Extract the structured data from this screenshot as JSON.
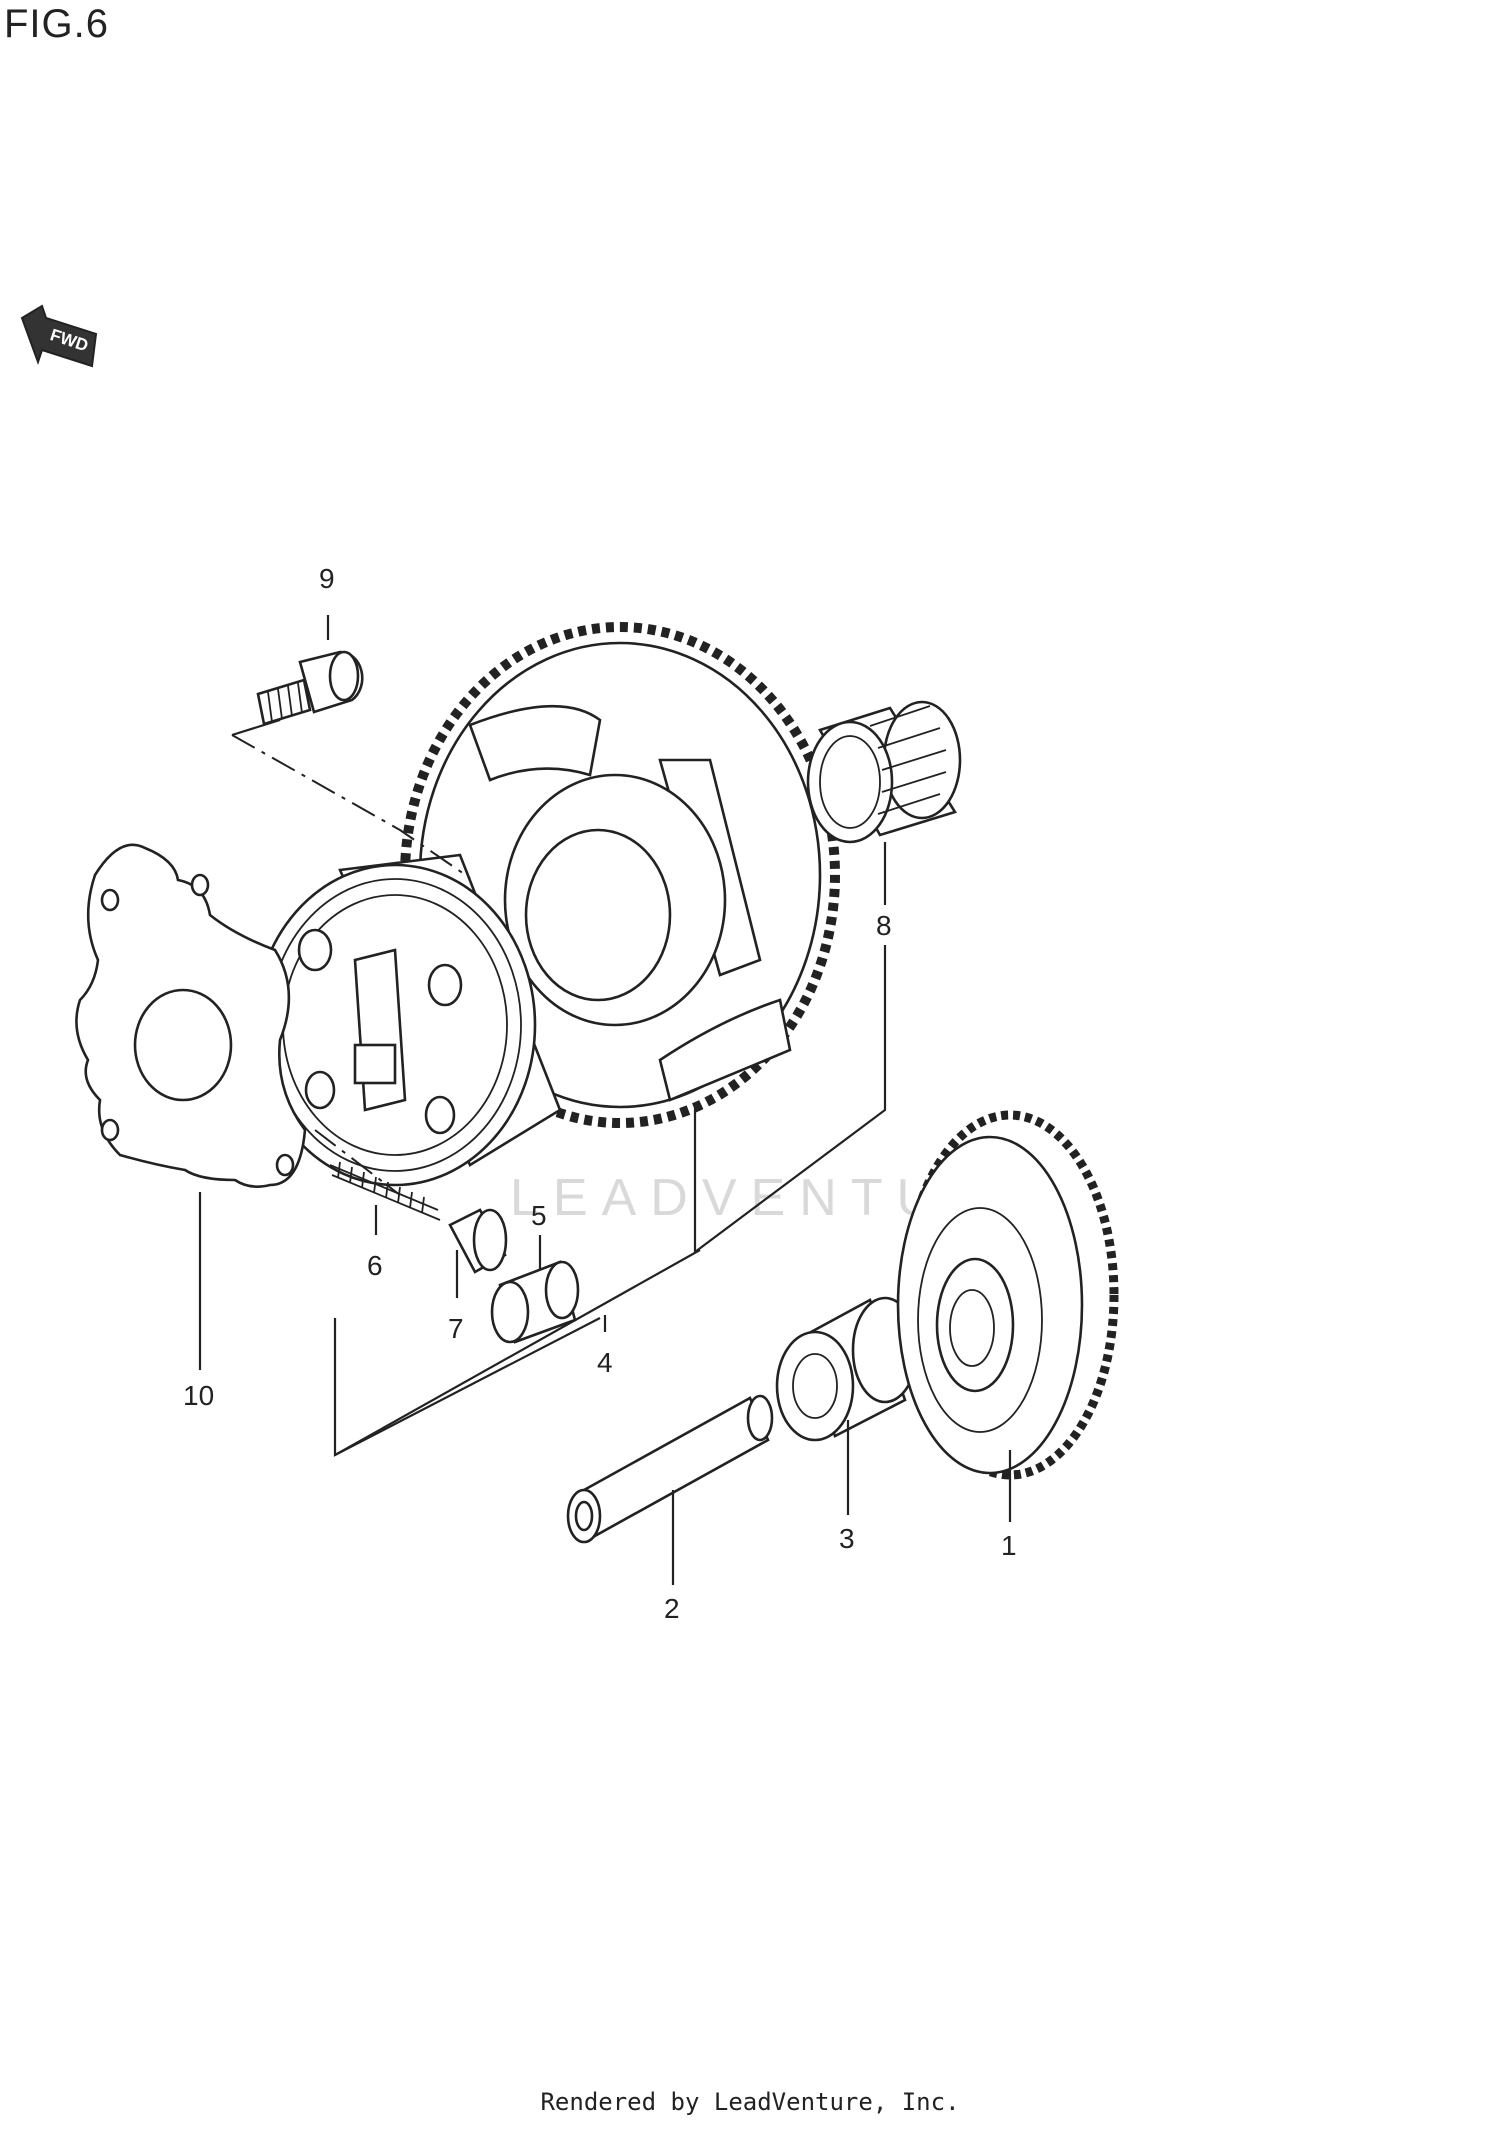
{
  "figure": {
    "label": "FIG.6"
  },
  "fwd_badge": {
    "text": "FWD"
  },
  "watermark": {
    "text": "LEADVENTURE"
  },
  "footer": {
    "text": "Rendered by LeadVenture, Inc."
  },
  "callouts": [
    {
      "id": "1",
      "text": "1"
    },
    {
      "id": "2",
      "text": "2"
    },
    {
      "id": "3",
      "text": "3"
    },
    {
      "id": "4",
      "text": "4"
    },
    {
      "id": "5",
      "text": "5"
    },
    {
      "id": "6",
      "text": "6"
    },
    {
      "id": "7",
      "text": "7"
    },
    {
      "id": "8",
      "text": "8"
    },
    {
      "id": "9",
      "text": "9"
    },
    {
      "id": "10",
      "text": "10"
    }
  ]
}
